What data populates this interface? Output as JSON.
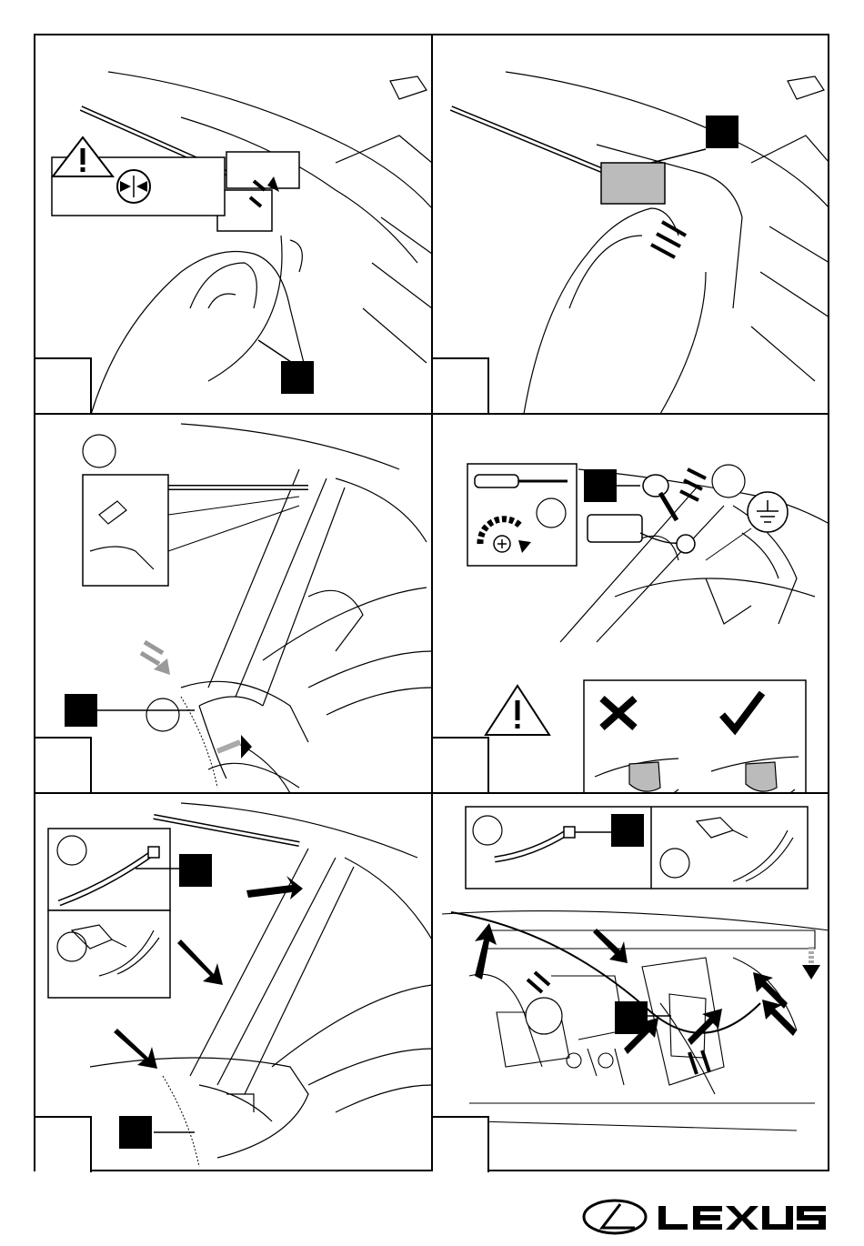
{
  "document": {
    "brand": "LEXUS",
    "colors": {
      "line": "#000000",
      "paper": "#ffffff",
      "shade": "#bbbbbb"
    },
    "panels": [
      {
        "id": "p1",
        "icons": [
          "warning-icon",
          "squeeze-arrows-icon"
        ]
      },
      {
        "id": "p2",
        "icons": []
      },
      {
        "id": "p3",
        "icons": [
          "clip-tool-icon"
        ]
      },
      {
        "id": "p4",
        "icons": [
          "screwdriver-icon",
          "clockwise-rotate-icon",
          "ground-symbol-icon",
          "warning-icon",
          "cross-icon",
          "check-icon"
        ]
      },
      {
        "id": "p5",
        "icons": [
          "cable-tie-icon",
          "side-cutter-icon"
        ]
      },
      {
        "id": "p6",
        "icons": [
          "cable-tie-icon",
          "side-cutter-icon"
        ]
      }
    ]
  }
}
